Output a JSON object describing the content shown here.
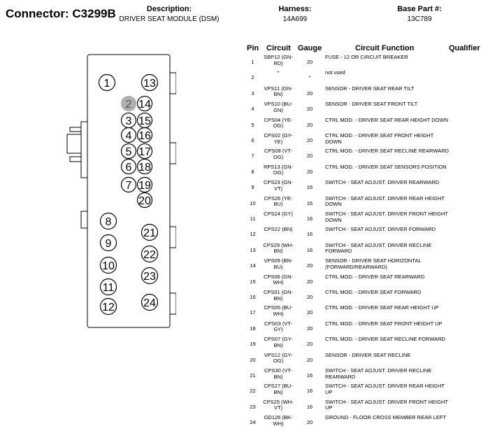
{
  "connector": {
    "label": "Connector:",
    "id": "C3299B"
  },
  "description": {
    "label": "Description:",
    "value": "DRIVER SEAT MODULE (DSM)"
  },
  "harness": {
    "label": "Harness:",
    "value": "14A699"
  },
  "base_part": {
    "label": "Base Part #:",
    "value": "13C789"
  },
  "table": {
    "headers": {
      "pin": "Pin",
      "circuit": "Circuit",
      "gauge": "Gauge",
      "function": "Circuit Function",
      "qualifier": "Qualifier"
    },
    "rows": [
      {
        "pin": "1",
        "circuit": "SBP12 (GN-RD)",
        "gauge": "20",
        "function": "FUSE - 12 OR CIRCUIT BREAKER"
      },
      {
        "pin": "2",
        "circuit": "*",
        "gauge": "*",
        "function": "not used"
      },
      {
        "pin": "3",
        "circuit": "VPS11 (GN-BN)",
        "gauge": "20",
        "function": "SENSOR - DRIVER SEAT REAR TILT"
      },
      {
        "pin": "4",
        "circuit": "VPS10 (BU-GN)",
        "gauge": "20",
        "function": "SENSOR - DRIVER SEAT FRONT TILT"
      },
      {
        "pin": "5",
        "circuit": "CPS04 (YE-OG)",
        "gauge": "20",
        "function": "CTRL MOD. - DRIVER SEAT REAR HEIGHT DOWN"
      },
      {
        "pin": "6",
        "circuit": "CPS02 (GY-YE)",
        "gauge": "20",
        "function": "CTRL MOD. - DRIVER SEAT FRONT HEIGHT DOWN"
      },
      {
        "pin": "7",
        "circuit": "CPS08 (VT-OG)",
        "gauge": "20",
        "function": "CTRL MOD. - DRIVER SEAT RECLINE REARWARD"
      },
      {
        "pin": "8",
        "circuit": "RPS13 (GN-OG)",
        "gauge": "20",
        "function": "CTRL MOD. - DRIVER SEAT SENSORS POSITION"
      },
      {
        "pin": "9",
        "circuit": "CPS23 (GN-VT)",
        "gauge": "16",
        "function": "SWITCH - SEAT ADJUST. DRIVER REARWARD"
      },
      {
        "pin": "10",
        "circuit": "CPS26 (YE-BU)",
        "gauge": "16",
        "function": "SWITCH - SEAT ADJUST. DRIVER REAR HEIGHT DOWN"
      },
      {
        "pin": "11",
        "circuit": "CPS24 (GY)",
        "gauge": "16",
        "function": "SWITCH - SEAT ADJUST. DRIVER FRONT HEIGHT DOWN"
      },
      {
        "pin": "12",
        "circuit": "CPS22 (BN)",
        "gauge": "16",
        "function": "SWITCH - SEAT ADJUST. DRIVER FORWARD"
      },
      {
        "pin": "13",
        "circuit": "CPS29 (WH-BN)",
        "gauge": "16",
        "function": "SWITCH - SEAT ADJUST. DRIVER RECLINE FORWARD"
      },
      {
        "pin": "14",
        "circuit": "VPS09 (BN-BU)",
        "gauge": "20",
        "function": "SENSOR - DRIVER SEAT HORIZONTAL (FORWARD/REARWARD)"
      },
      {
        "pin": "15",
        "circuit": "CPS06 (GN-WH)",
        "gauge": "20",
        "function": "CTRL MOD. - DRIVER SEAT REARWARD"
      },
      {
        "pin": "16",
        "circuit": "CPS01 (GN-BN)",
        "gauge": "20",
        "function": "CTRL MOD. - DRIVER SEAT FORWARD"
      },
      {
        "pin": "17",
        "circuit": "CPS05 (BU-WH)",
        "gauge": "20",
        "function": "CTRL MOD. - DRIVER SEAT REAR HEIGHT UP"
      },
      {
        "pin": "18",
        "circuit": "CPS03 (VT-GY)",
        "gauge": "20",
        "function": "CTRL MOD. - DRIVER SEAT FRONT HEIGHT UP"
      },
      {
        "pin": "19",
        "circuit": "CPS07 (GY-BN)",
        "gauge": "20",
        "function": "CTRL MOD. - DRIVER SEAT RECLINE FORWARD"
      },
      {
        "pin": "20",
        "circuit": "VPS12 (GY-OG)",
        "gauge": "20",
        "function": "SENSOR - DRIVER SEAT RECLINE"
      },
      {
        "pin": "21",
        "circuit": "CPS30 (VT-BN)",
        "gauge": "16",
        "function": "SWITCH - SEAT ADJUST. DRIVER RECLINE REARWARD"
      },
      {
        "pin": "22",
        "circuit": "CPS27 (BU-BN)",
        "gauge": "16",
        "function": "SWITCH - SEAT ADJUST. DRIVER REAR HEIGHT UP"
      },
      {
        "pin": "23",
        "circuit": "CPS25 (WH-VT)",
        "gauge": "16",
        "function": "SWITCH - SEAT ADJUST. DRIVER FRONT HEIGHT UP"
      },
      {
        "pin": "24",
        "circuit": "GD126 (BK-WH)",
        "gauge": "20",
        "function": "GROUND - FLOOR CROSS MEMBER REAR LEFT"
      }
    ]
  },
  "cavities": [
    {
      "label": "1",
      "unused": false
    },
    {
      "label": "2",
      "unused": true
    },
    {
      "label": "3",
      "unused": false
    },
    {
      "label": "4",
      "unused": false
    },
    {
      "label": "5",
      "unused": false
    },
    {
      "label": "6",
      "unused": false
    },
    {
      "label": "7",
      "unused": false
    },
    {
      "label": "8",
      "unused": false
    },
    {
      "label": "9",
      "unused": false
    },
    {
      "label": "10",
      "unused": false
    },
    {
      "label": "11",
      "unused": false
    },
    {
      "label": "12",
      "unused": false
    },
    {
      "label": "13",
      "unused": false
    },
    {
      "label": "14",
      "unused": false
    },
    {
      "label": "15",
      "unused": false
    },
    {
      "label": "16",
      "unused": false
    },
    {
      "label": "17",
      "unused": false
    },
    {
      "label": "18",
      "unused": false
    },
    {
      "label": "19",
      "unused": false
    },
    {
      "label": "20",
      "unused": false
    },
    {
      "label": "21",
      "unused": false
    },
    {
      "label": "22",
      "unused": false
    },
    {
      "label": "23",
      "unused": false
    },
    {
      "label": "24",
      "unused": false
    }
  ],
  "colors": {
    "unused_fill": "#b0b0b0",
    "line": "#000000"
  }
}
